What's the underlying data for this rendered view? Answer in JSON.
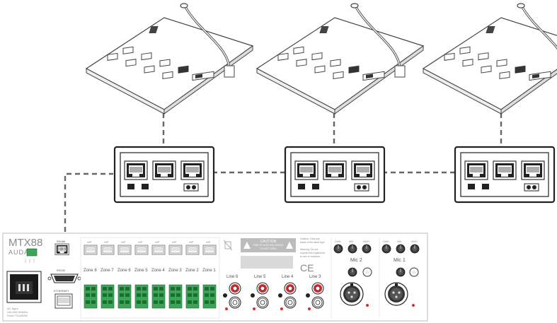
{
  "device": {
    "model": "MTX88",
    "brand": "AUDAC",
    "ac_input": [
      "AC Input",
      "100-240V 50/60Hz",
      "Power 7/14x200W"
    ],
    "port_labels": {
      "rs485": "RS485",
      "rs232": "RS232",
      "ethernet": "ETHERNET"
    },
    "wp_label": "WP",
    "zones": [
      "Zone 8",
      "Zone 7",
      "Zone 6",
      "Zone 5",
      "Zone 4",
      "Zone 3",
      "Zone 2",
      "Zone 1"
    ],
    "lines": [
      "Line 6",
      "Line 5",
      "Line 4",
      "Line 3"
    ],
    "mics": [
      "Mic 2",
      "Mic 1"
    ],
    "knob_labels": [
      "GAIN",
      "MID",
      "HIGH"
    ],
    "caution": {
      "title": "CAUTION",
      "line1": "RISK OF ELECTRIC SHOCK",
      "line2": "DO NOT OPEN"
    },
    "notes": [
      "Caution: Only use",
      "fuses of the rated type",
      "Warning: Do not",
      "expose this equipment",
      "to rain or moisture"
    ],
    "ce_mark": "CE"
  },
  "colors": {
    "line": "#7a7a7a",
    "dash": "#666666",
    "terminal": "#3aa655",
    "rca_red": "#d92b2b"
  },
  "icons": [
    "microphone-console-icon",
    "wall-box-icon",
    "rj45-port-icon",
    "xlr-connector-icon",
    "rca-connector-icon",
    "iec-power-icon",
    "db9-connector-icon"
  ]
}
